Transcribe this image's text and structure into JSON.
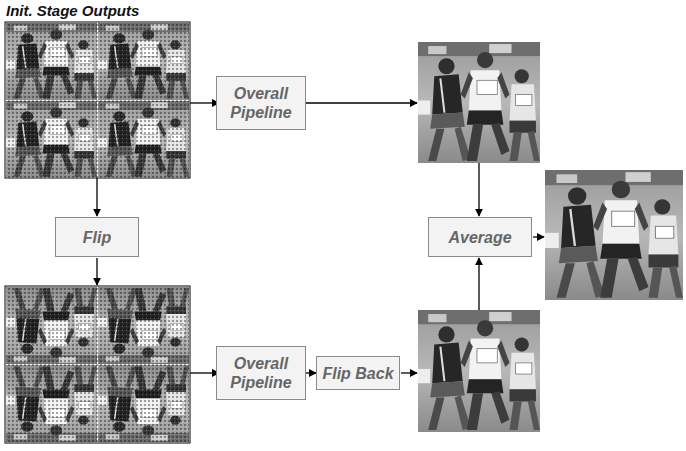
{
  "diagram": {
    "title": "Init. Stage Outputs",
    "nodes": [
      {
        "text": [
          "Overall Pipeline"
        ]
      },
      {
        "text": [
          "Flip"
        ]
      },
      {
        "text": [
          "Average"
        ]
      },
      {
        "text": [
          "Overall Pipeline"
        ]
      },
      {
        "text": [
          "Flip Back"
        ]
      }
    ],
    "edges": [
      {
        "from": 3,
        "to": 4,
        "arrow": "to"
      }
    ]
  }
}
